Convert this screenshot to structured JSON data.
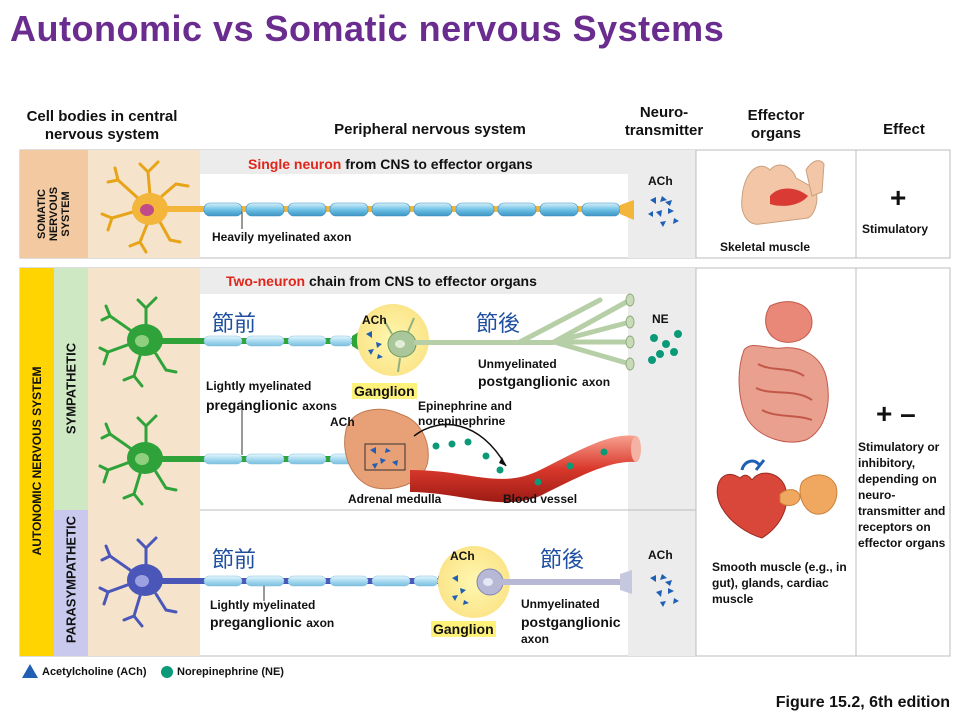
{
  "title": "Autonomic vs Somatic nervous Systems",
  "headers": {
    "cell_bodies": "Cell bodies in central nervous system",
    "peripheral": "Peripheral nervous system",
    "neurotransmitter": "Neuro-transmitter",
    "effector_organs": "Effector organs",
    "effect": "Effect"
  },
  "somatic": {
    "side_label": "SOMATIC NERVOUS SYSTEM",
    "banner_red": "Single neuron",
    "banner_rest": "from CNS to effector organs",
    "axon_label": "Heavily myelinated axon",
    "nt": "ACh",
    "organ": "Skeletal muscle",
    "effect_sign": "+",
    "effect_text": "Stimulatory"
  },
  "autonomic": {
    "side_label": "AUTONOMIC NERVOUS SYSTEM",
    "banner_red": "Two-neuron",
    "banner_rest": "chain from CNS to effector organs",
    "effect_sign": "+ –",
    "effect_text": "Stimulatory or inhibitory, depending on neuro-transmitter and receptors on effector organs",
    "organs_text": "Smooth muscle (e.g., in gut), glands, cardiac muscle"
  },
  "sympathetic": {
    "side_label": "SYMPATHETIC",
    "pre_cjk": "節前",
    "post_cjk": "節後",
    "ganglion_nt": "ACh",
    "ganglion": "Ganglion",
    "post_label_1": "Unmyelinated",
    "post_label_2": "postganglionic",
    "post_label_3": "axon",
    "pre_label_1": "Lightly myelinated",
    "pre_label_2": "preganglionic",
    "pre_label_3": "axons",
    "nt": "NE",
    "adrenal_nt": "ACh",
    "epi_label": "Epinephrine and norepinephrine",
    "adrenal_label": "Adrenal medulla",
    "vessel_label": "Blood vessel"
  },
  "parasympathetic": {
    "side_label": "PARASYMPATHETIC",
    "pre_cjk": "節前",
    "post_cjk": "節後",
    "ganglion_nt": "ACh",
    "ganglion": "Ganglion",
    "pre_label_1": "Lightly myelinated",
    "pre_label_2": "preganglionic",
    "pre_label_3": "axon",
    "post_label_1": "Unmyelinated",
    "post_label_2": "postganglionic",
    "post_label_3": "axon",
    "nt": "ACh"
  },
  "legend": {
    "ach": "Acetylcholine (ACh)",
    "ne": "Norepinephrine (NE)"
  },
  "caption": "Figure 15.2, 6th edition",
  "colors": {
    "title": "#6a2c8e",
    "banner_red": "#e0261b",
    "somatic_side": "#f2c9a0",
    "autonomic_side": "#ffd400",
    "sympathetic_side": "#cfe8c4",
    "parasympathetic_side": "#c9c9ee",
    "cns_bg": "#f5e3cc",
    "ganglion_yellow": "#fff27a",
    "ach_blue": "#1f5fb4",
    "ne_green": "#0a9a78"
  }
}
